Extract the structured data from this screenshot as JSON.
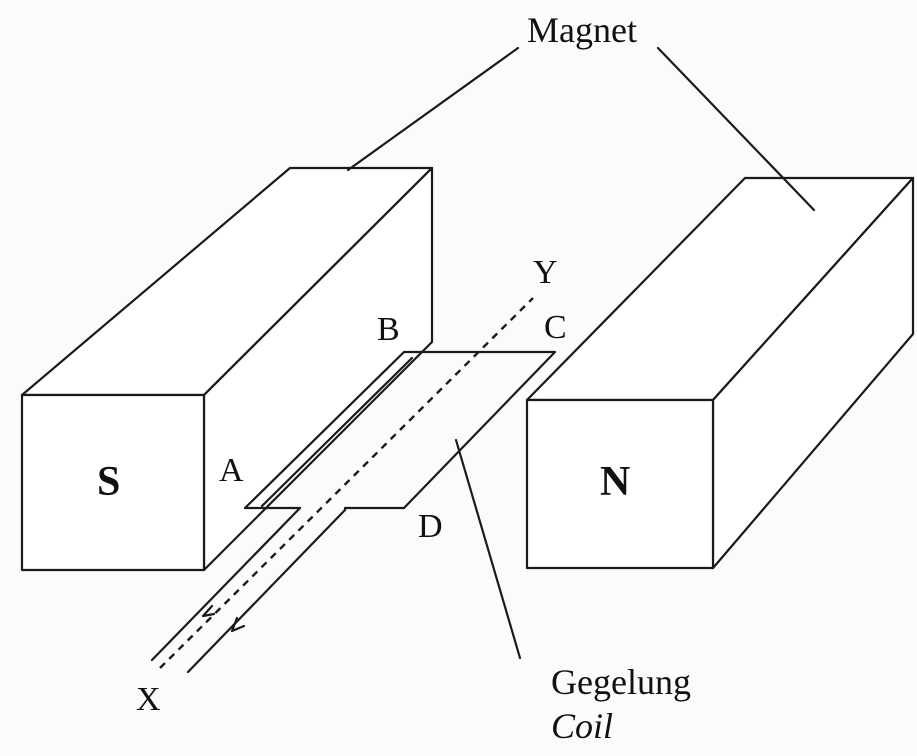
{
  "labels": {
    "magnet": "Magnet",
    "pole_south": "S",
    "pole_north": "N",
    "corner_a": "A",
    "corner_b": "B",
    "corner_c": "C",
    "corner_d": "D",
    "axis_x": "X",
    "axis_y": "Y",
    "coil_malay": "Gegelung",
    "coil_english": "Coil"
  }
}
